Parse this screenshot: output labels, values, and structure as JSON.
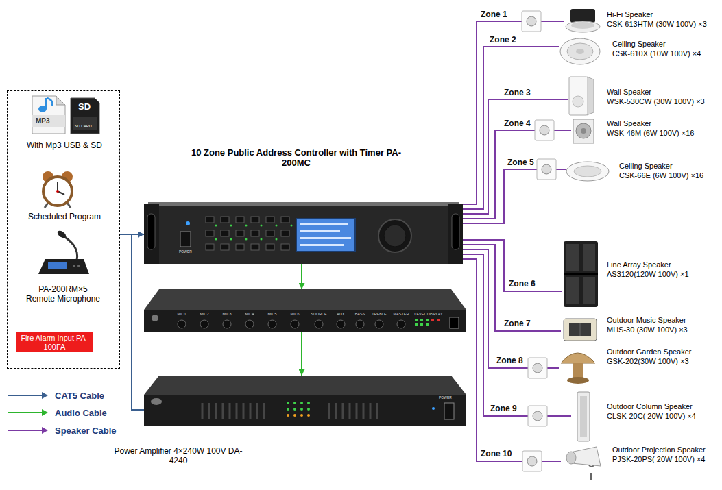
{
  "diagram": {
    "nodes": [
      {
        "text": [
          "With Mp3 USB & SD",
          "Scheduled Program",
          "PA-200RM×5 Remote Microphone"
        ]
      },
      {
        "text": [
          "Fire Alarm Input PA-100FA"
        ],
        "in": 0
      },
      {
        "text": [
          "10 Zone Public Address Controller with Timer PA-200MC"
        ]
      },
      {
        "text": [
          "MIC1",
          "MIC2",
          "MIC3",
          "MIC4",
          "MIC5",
          "MIC6",
          "SOURCE",
          "AUX",
          "BASS",
          "TREBLE",
          "MASTER",
          "LEVEL DISPLAY"
        ]
      },
      {
        "text": [
          "Power Amplifier 4×240W 100V DA-4240"
        ]
      },
      {
        "text": [
          "Hi-Fi Speaker",
          "CSK-613HTM (30W 100V) ×3"
        ]
      },
      {
        "text": [
          "Ceiling Speaker",
          "CSK-610X (10W 100V) ×4"
        ]
      },
      {
        "text": [
          "Wall Speaker",
          "WSK-530CW (30W 100V) ×3"
        ]
      },
      {
        "text": [
          "Wall Speaker",
          "WSK-46M (6W 100V) ×16"
        ]
      },
      {
        "text": [
          "Ceiling Speaker",
          "CSK-66E (6W 100V) ×16"
        ]
      },
      {
        "text": [
          "Line Array Speaker",
          "AS3120(120W 100V) ×1"
        ]
      },
      {
        "text": [
          "Outdoor Music Speaker",
          "MHS-30 (30W 100V) ×3"
        ]
      },
      {
        "text": [
          "Outdoor Garden Speaker",
          "GSK-202(30W 100V) ×3"
        ]
      },
      {
        "text": [
          "Outdoor Column Speaker",
          "CLSK-20C( 20W 100V) ×4"
        ]
      },
      {
        "text": [
          "Outdoor Projection Speaker",
          "PJSK-20PS( 20W 100V) ×4"
        ]
      }
    ],
    "edges": [
      {
        "from": 0,
        "to": 2,
        "arrow": "to"
      },
      {
        "from": 4,
        "to": 2,
        "arrow": "to"
      },
      {
        "from": 2,
        "to": 3,
        "arrow": "to"
      },
      {
        "from": 3,
        "to": 4,
        "arrow": "to"
      },
      {
        "from": 2,
        "to": 5,
        "label": "Zone 1",
        "arrow": "none"
      },
      {
        "from": 2,
        "to": 6,
        "label": "Zone 2",
        "arrow": "none"
      },
      {
        "from": 2,
        "to": 7,
        "label": "Zone 3",
        "arrow": "none"
      },
      {
        "from": 2,
        "to": 8,
        "label": "Zone 4",
        "arrow": "none"
      },
      {
        "from": 2,
        "to": 9,
        "label": "Zone 5",
        "arrow": "none"
      },
      {
        "from": 2,
        "to": 10,
        "label": "Zone 6",
        "arrow": "none"
      },
      {
        "from": 2,
        "to": 11,
        "label": "Zone 7",
        "arrow": "none"
      },
      {
        "from": 2,
        "to": 12,
        "label": "Zone 8",
        "arrow": "none"
      },
      {
        "from": 2,
        "to": 13,
        "label": "Zone 9",
        "arrow": "none"
      },
      {
        "from": 2,
        "to": 14,
        "label": "Zone 10",
        "arrow": "none"
      }
    ],
    "labels": [
      "MP3",
      "SD",
      "SD CARD",
      "POWER",
      "POWER"
    ],
    "legend": [
      {
        "text": "CAT5 Cable"
      },
      {
        "text": "Audio Cable"
      },
      {
        "text": "Speaker Cable"
      }
    ]
  }
}
